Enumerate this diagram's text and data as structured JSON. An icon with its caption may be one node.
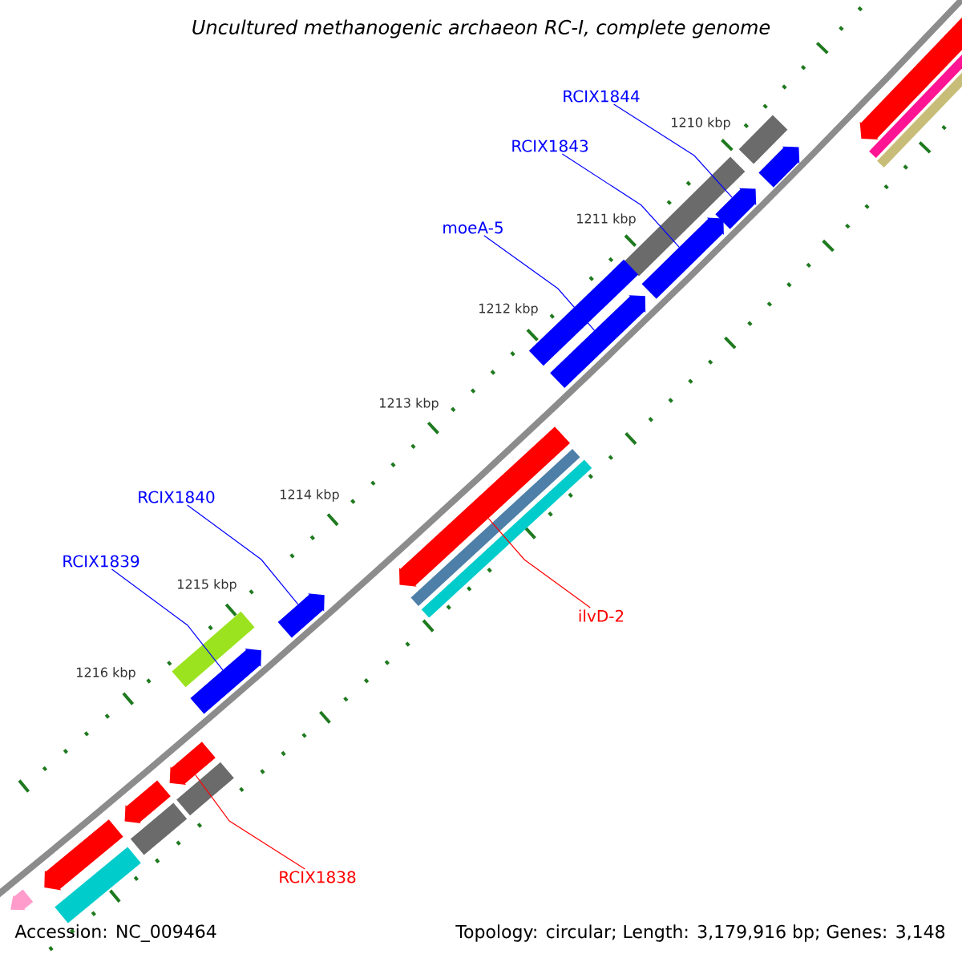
{
  "diagram": {
    "title": "Uncultured methanogenic archaeon RC-I, complete genome",
    "nodes": [
      {
        "text": [
          "RCIX1844"
        ]
      },
      {
        "text": [
          "RCIX1843"
        ]
      },
      {
        "text": [
          "moeA-5"
        ]
      },
      {
        "text": [
          "RCIX1840"
        ]
      },
      {
        "text": [
          "RCIX1839"
        ]
      },
      {
        "text": [
          "ilvD-2"
        ]
      },
      {
        "text": [
          "RCIX1838"
        ]
      },
      {
        "text": [],
        "shape": "arrow"
      },
      {
        "text": [],
        "shape": "arrow"
      },
      {
        "text": [],
        "shape": "arrow"
      },
      {
        "text": [],
        "shape": "arrow"
      },
      {
        "text": [],
        "shape": "arrow"
      },
      {
        "text": [],
        "shape": "arrow"
      },
      {
        "text": [],
        "shape": "arrow"
      },
      {
        "text": [],
        "shape": "box"
      },
      {
        "text": [],
        "shape": "box"
      },
      {
        "text": [],
        "shape": "box"
      },
      {
        "text": [],
        "shape": "box"
      },
      {
        "text": [],
        "shape": "arrow"
      },
      {
        "text": [],
        "shape": "box"
      },
      {
        "text": [],
        "shape": "box"
      },
      {
        "text": [],
        "shape": "arrow"
      },
      {
        "text": [],
        "shape": "box"
      },
      {
        "text": [],
        "shape": "box"
      },
      {
        "text": [],
        "shape": "arrow"
      },
      {
        "text": [],
        "shape": "box"
      },
      {
        "text": [],
        "shape": "arrow"
      },
      {
        "text": [],
        "shape": "arrow"
      },
      {
        "text": [],
        "shape": "box"
      },
      {
        "text": [],
        "shape": "box"
      }
    ],
    "edges": [
      {
        "from": 0,
        "to": 7,
        "arrow": "none"
      },
      {
        "from": 1,
        "to": 8,
        "arrow": "none"
      },
      {
        "from": 2,
        "to": 9,
        "arrow": "none"
      },
      {
        "from": 3,
        "to": 10,
        "arrow": "none"
      },
      {
        "from": 4,
        "to": 11,
        "arrow": "none"
      },
      {
        "from": 5,
        "to": 12,
        "arrow": "none",
        "color": "#ff0000"
      },
      {
        "from": 6,
        "to": 13,
        "arrow": "none",
        "color": "#ff0000"
      }
    ],
    "labels": [
      "1210 kbp",
      "1211 kbp",
      "1212 kbp",
      "1213 kbp",
      "1214 kbp",
      "1215 kbp",
      "1216 kbp",
      "Accession: NC_009464",
      "Topology: circular; Length: 3,179,916 bp; Genes: 3,148"
    ]
  }
}
